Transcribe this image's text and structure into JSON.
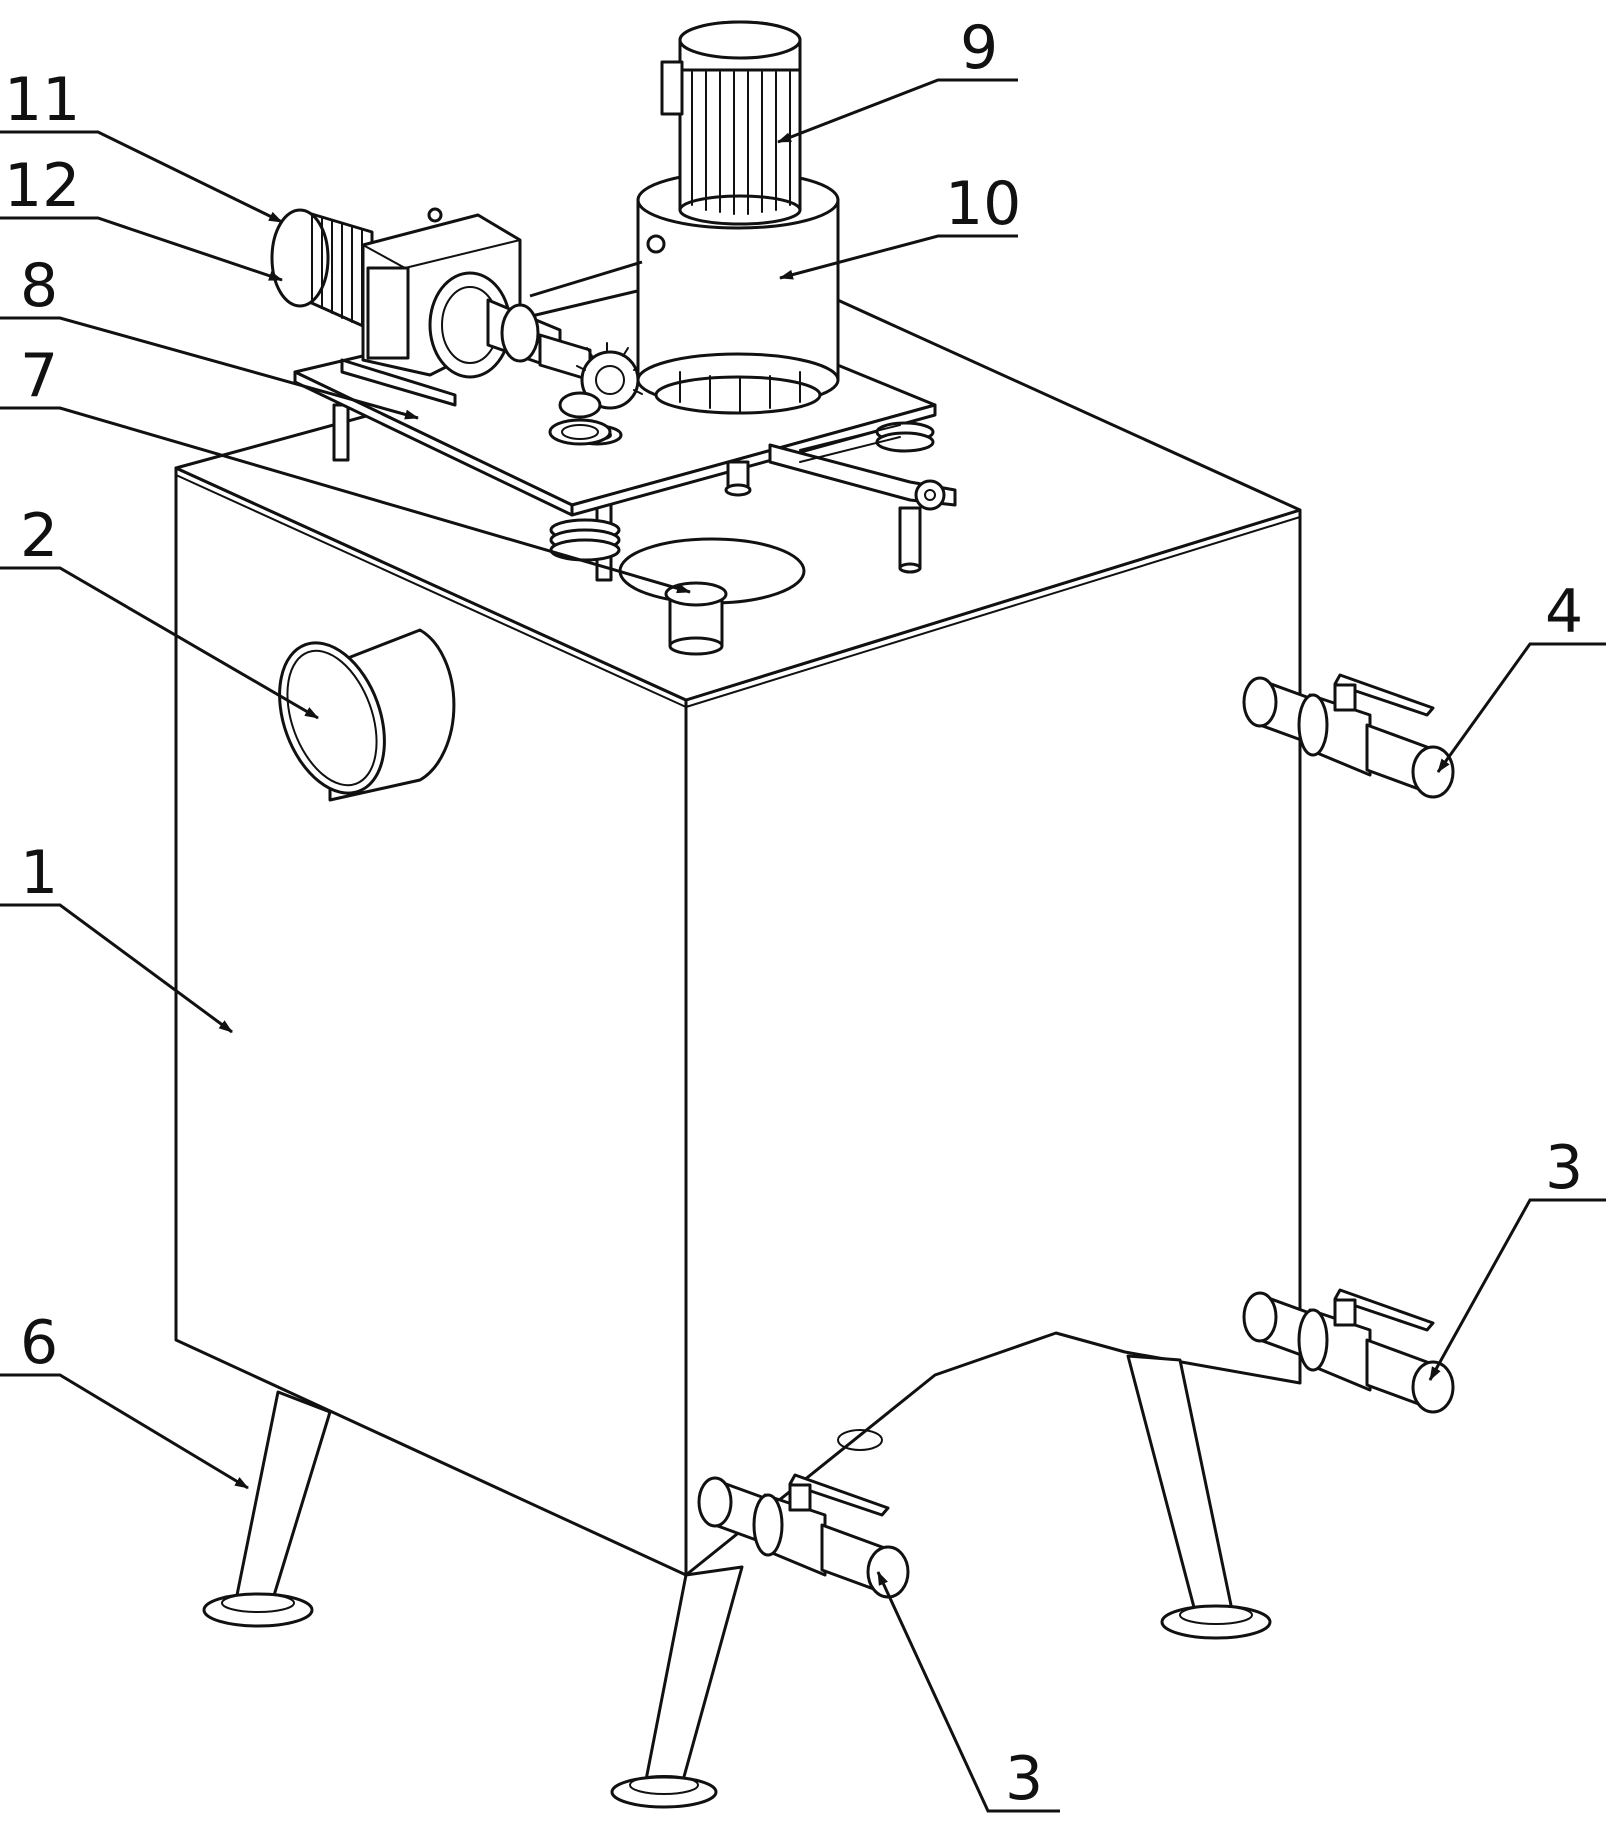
{
  "callouts": [
    {
      "id": "c11",
      "label": "11"
    },
    {
      "id": "c12",
      "label": "12"
    },
    {
      "id": "c8",
      "label": "8"
    },
    {
      "id": "c7",
      "label": "7"
    },
    {
      "id": "c2",
      "label": "2"
    },
    {
      "id": "c1",
      "label": "1"
    },
    {
      "id": "c6",
      "label": "6"
    },
    {
      "id": "c9",
      "label": "9"
    },
    {
      "id": "c10",
      "label": "10"
    },
    {
      "id": "c4",
      "label": "4"
    },
    {
      "id": "c3a",
      "label": "3"
    },
    {
      "id": "c3b",
      "label": "3"
    }
  ]
}
